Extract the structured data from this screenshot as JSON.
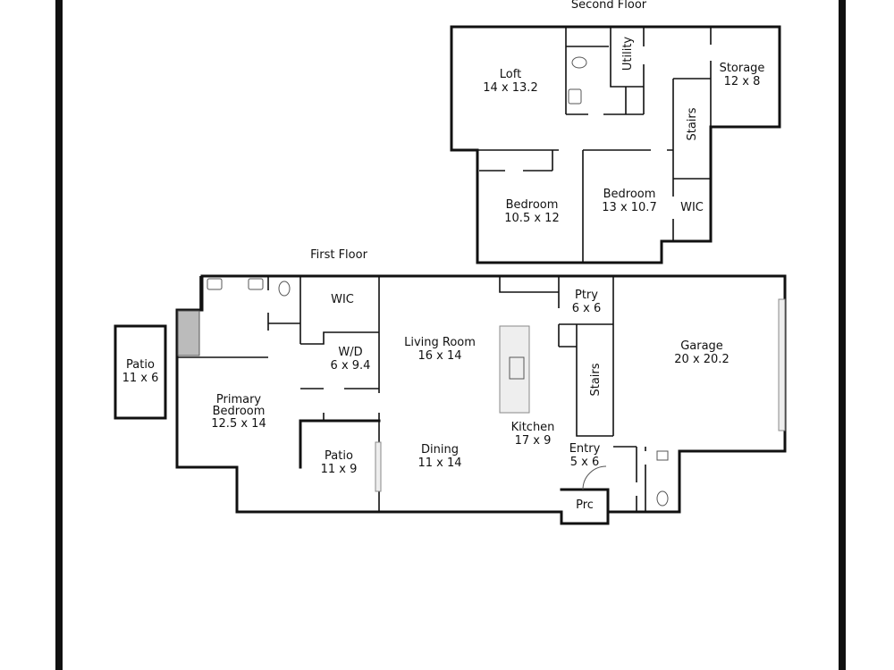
{
  "second_floor": {
    "title": "Second Floor",
    "rooms": [
      {
        "name": "Loft",
        "size": "14 x 13.2"
      },
      {
        "name": "Utility"
      },
      {
        "name": "Storage",
        "size": "12 x 8"
      },
      {
        "name": "Stairs"
      },
      {
        "name": "Bedroom",
        "size": "10.5 x 12"
      },
      {
        "name": "Bedroom",
        "size": "13 x 10.7"
      },
      {
        "name": "WIC"
      }
    ]
  },
  "first_floor": {
    "title": "First Floor",
    "rooms": [
      {
        "name": "Patio",
        "size": "11 x 6"
      },
      {
        "name": "WIC"
      },
      {
        "name": "W/D",
        "size": "6 x 9.4"
      },
      {
        "name": "Primary",
        "name2": "Bedroom",
        "size": "12.5 x 14"
      },
      {
        "name": "Patio",
        "size": "11 x 9"
      },
      {
        "name": "Living Room",
        "size": "16 x 14"
      },
      {
        "name": "Dining",
        "size": "11 x 14"
      },
      {
        "name": "Kitchen",
        "size": "17 x 9"
      },
      {
        "name": "Ptry",
        "size": "6 x 6"
      },
      {
        "name": "Stairs"
      },
      {
        "name": "Entry",
        "size": "5 x 6"
      },
      {
        "name": "Prc"
      },
      {
        "name": "Garage",
        "size": "20 x 20.2"
      }
    ]
  }
}
